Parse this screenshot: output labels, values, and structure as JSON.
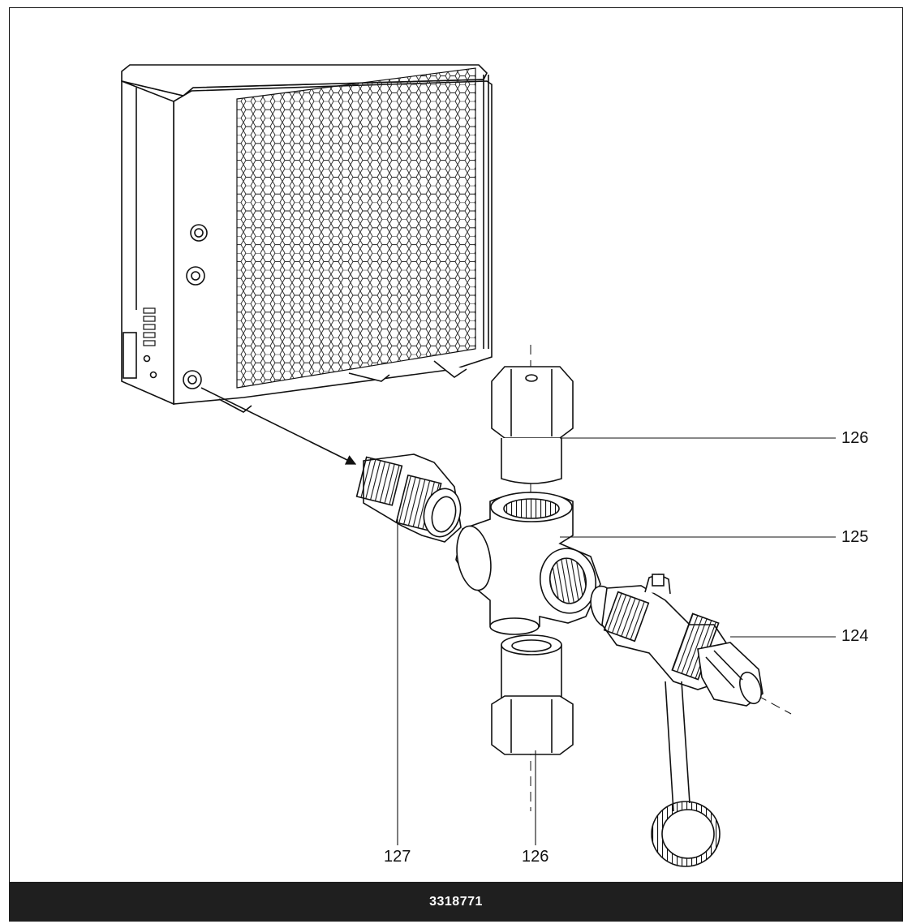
{
  "diagram": {
    "callouts": [
      {
        "id": "a",
        "label": "126"
      },
      {
        "id": "b",
        "label": "125"
      },
      {
        "id": "c",
        "label": "124"
      },
      {
        "id": "d",
        "label": "127"
      },
      {
        "id": "e",
        "label": "126"
      }
    ],
    "part_code": "3318771"
  },
  "colors": {
    "line": "#111111",
    "footer": "#1f1f1f",
    "footer_text": "#ffffff"
  }
}
